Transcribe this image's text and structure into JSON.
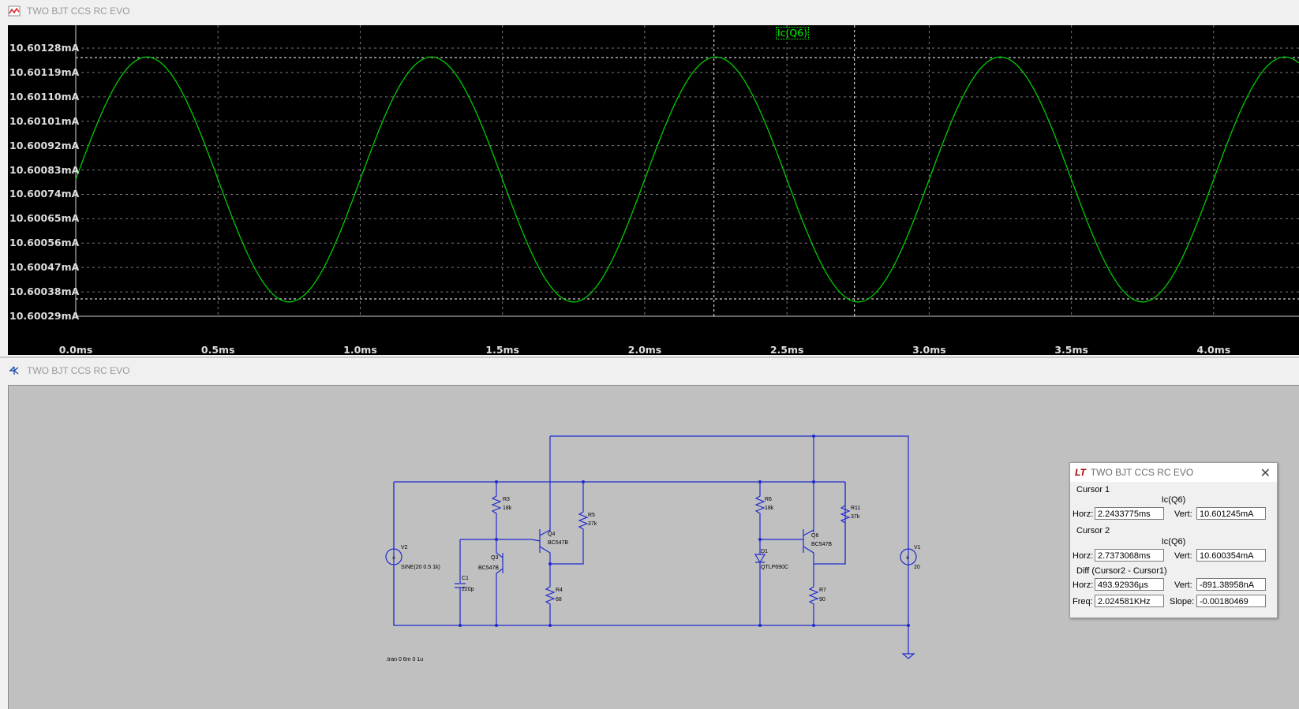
{
  "plot_window": {
    "title": "TWO BJT CCS RC EVO",
    "trace_label": "Ic(Q6)"
  },
  "schematic_window": {
    "title": "TWO BJT CCS RC EVO",
    "directive": ".tran 0 6m 0 1u"
  },
  "chart_data": {
    "type": "line",
    "series": [
      {
        "name": "Ic(Q6)",
        "color": "#00cc00"
      }
    ],
    "waveform": {
      "kind": "sine",
      "frequency_khz": 1.0,
      "center_mA": 10.600795,
      "amplitude_mA": 0.000452,
      "peak_time_ms": 0.25
    },
    "xlim": [
      0.0,
      4.3
    ],
    "ylim": [
      10.60029,
      10.60132
    ],
    "y_ticks": [
      "10.60128mA",
      "10.60119mA",
      "10.60110mA",
      "10.60101mA",
      "10.60092mA",
      "10.60083mA",
      "10.60074mA",
      "10.60065mA",
      "10.60056mA",
      "10.60047mA",
      "10.60038mA",
      "10.60029mA"
    ],
    "x_ticks": [
      "0.0ms",
      "0.5ms",
      "1.0ms",
      "1.5ms",
      "2.0ms",
      "2.5ms",
      "3.0ms",
      "3.5ms",
      "4.0ms"
    ],
    "grid": true,
    "cursors": [
      {
        "name": "Cursor 1",
        "x_ms": 2.2433775,
        "y_mA": 10.601245
      },
      {
        "name": "Cursor 2",
        "x_ms": 2.7373068,
        "y_mA": 10.600354
      }
    ]
  },
  "cursor_dialog": {
    "title": "TWO BJT CCS RC EVO",
    "cursor1": {
      "label": "Cursor 1",
      "trace": "Ic(Q6)",
      "horz_label": "Horz:",
      "horz": "2.2433775ms",
      "vert_label": "Vert:",
      "vert": "10.601245mA"
    },
    "cursor2": {
      "label": "Cursor 2",
      "trace": "Ic(Q6)",
      "horz_label": "Horz:",
      "horz": "2.7373068ms",
      "vert_label": "Vert:",
      "vert": "10.600354mA"
    },
    "diff": {
      "label": "Diff (Cursor2 - Cursor1)",
      "horz_label": "Horz:",
      "horz": "493.92936µs",
      "vert_label": "Vert:",
      "vert": "-891.38958nA",
      "freq_label": "Freq:",
      "freq": "2.024581KHz",
      "slope_label": "Slope:",
      "slope": "-0.00180469"
    }
  },
  "schematic": {
    "v2": {
      "name": "V2",
      "value": "SINE(20 0.5 1k)"
    },
    "v1": {
      "name": "V1",
      "value": "20"
    },
    "r3": {
      "name": "R3",
      "value": "18k"
    },
    "r5": {
      "name": "R5",
      "value": "37k"
    },
    "r4": {
      "name": "R4",
      "value": "68"
    },
    "c1": {
      "name": "C1",
      "value": "220p"
    },
    "q3": {
      "name": "Q3",
      "value": "BC547B"
    },
    "q4": {
      "name": "Q4",
      "value": "BC547B"
    },
    "r6": {
      "name": "R6",
      "value": "18k"
    },
    "r11": {
      "name": "R11",
      "value": "37k"
    },
    "r7": {
      "name": "R7",
      "value": "90"
    },
    "d1": {
      "name": "D1",
      "value": "QTLP690C"
    },
    "q6": {
      "name": "Q6",
      "value": "BC547B"
    }
  }
}
